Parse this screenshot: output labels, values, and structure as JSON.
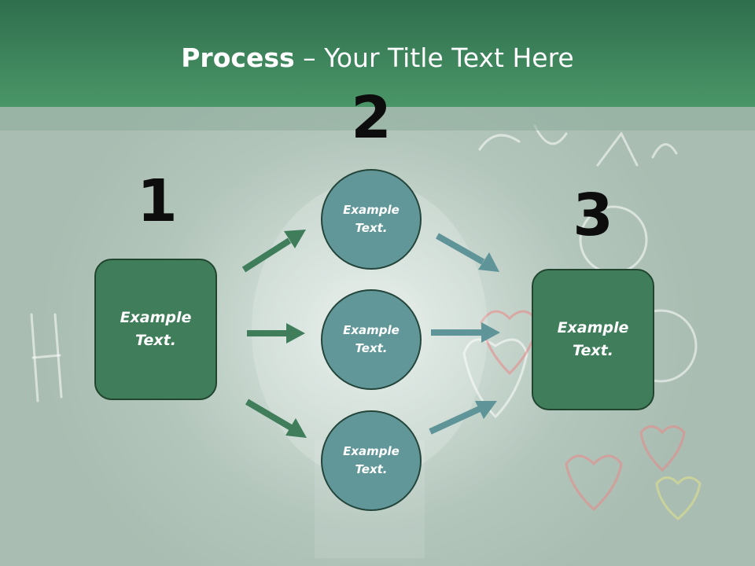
{
  "title": {
    "bold": "Process",
    "rest": " – Your Title Text Here"
  },
  "steps": {
    "one": "1",
    "two": "2",
    "three": "3"
  },
  "left_box": {
    "line1": "Example",
    "line2": "Text."
  },
  "right_box": {
    "line1": "Example",
    "line2": "Text."
  },
  "circles": [
    {
      "line1": "Example",
      "line2": "Text."
    },
    {
      "line1": "Example",
      "line2": "Text."
    },
    {
      "line1": "Example",
      "line2": "Text."
    }
  ],
  "colors": {
    "header": "#3f8a5e",
    "box_fill": "#3f7d5b",
    "circle_fill": "#62979a",
    "left_arrows": "#3f7d5b",
    "right_arrows": "#5f9498"
  }
}
